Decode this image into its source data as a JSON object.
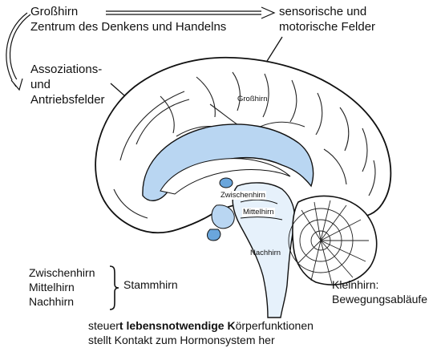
{
  "diagram": {
    "top_left": {
      "title": "Großhirn",
      "subtitle": "Zentrum des Denkens und Handelns"
    },
    "top_right": {
      "line1": "sensorische und",
      "line2": "motorische Felder"
    },
    "assoc": {
      "line1": "Assoziations-",
      "line2": "und",
      "line3": "Antriebsfelder"
    },
    "in_brain": {
      "cerebrum": "Großhirn",
      "diencephalon": "Zwischenhirn",
      "midbrain": "Mittelhirn",
      "hindbrain": "Nachhirn"
    },
    "brainstem_group": {
      "items": [
        "Zwischenhirn",
        "Mittelhirn",
        "Nachhirn"
      ],
      "label": "Stammhirn"
    },
    "cerebellum": {
      "line1": "Kleinhirn:",
      "line2": "Bewegungsabläufe"
    },
    "bottom": {
      "line1_a": "steuer",
      "line1_b": "t lebensnotwendige K",
      "line1_c": "örperfunktionen",
      "line2": "stellt Kontakt zum Hormonsystem her"
    },
    "colors": {
      "ventricle": "#b9d6f2",
      "ventricle_dark": "#6aa6dc",
      "stroke": "#111111",
      "fill": "#ffffff"
    }
  }
}
